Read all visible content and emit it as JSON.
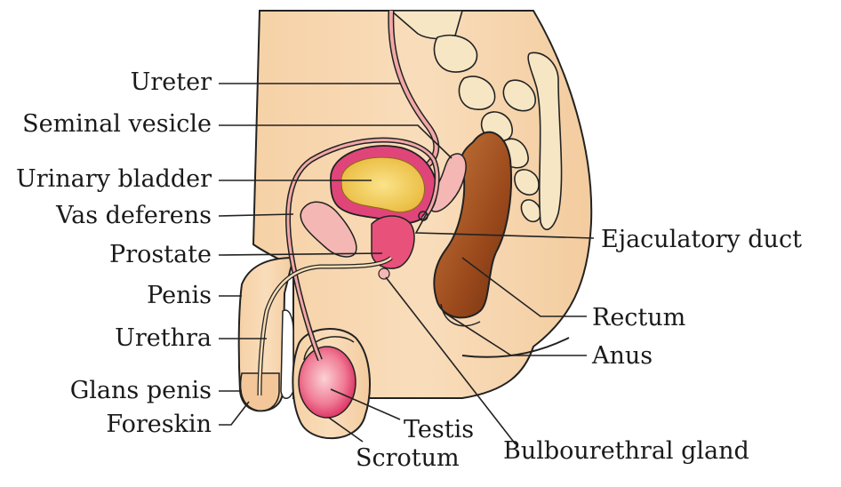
{
  "labels": {
    "ureter": "Ureter",
    "seminal_vesicle": "Seminal vesicle",
    "urinary_bladder": "Urinary bladder",
    "vas_deferens": "Vas deferens",
    "prostate": "Prostate",
    "penis": "Penis",
    "urethra": "Urethra",
    "glans_penis": "Glans penis",
    "foreskin": "Foreskin",
    "testis": "Testis",
    "scrotum": "Scrotum",
    "bulbourethral_gland": "Bulbourethral gland",
    "ejaculatory_duct": "Ejaculatory duct",
    "rectum": "Rectum",
    "anus": "Anus"
  },
  "colors": {
    "skin": "#f8d9b4",
    "skin_dark": "#f1c797",
    "bone": "#f6e6c4",
    "bladder_wall": "#e0457a",
    "bladder_content": "#f2c94b",
    "vesicle": "#f4b7b3",
    "prostate": "#e8517a",
    "testis": "#ea4f77",
    "rectum_outer": "#b8682e",
    "rectum_inner": "#7a3a14",
    "duct": "#f2a8a8",
    "line": "#222222"
  }
}
